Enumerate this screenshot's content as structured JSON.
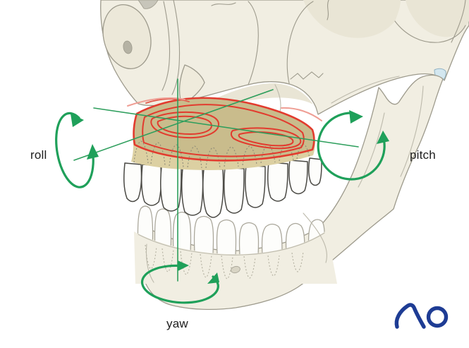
{
  "labels": {
    "roll": "roll",
    "pitch": "pitch",
    "yaw": "yaw"
  },
  "logo": {
    "text": "AO"
  },
  "icons": [
    "roll-rotation-arrow-icon",
    "pitch-rotation-arrow-icon",
    "yaw-rotation-arrow-icon",
    "roll-axis-line",
    "pitch-axis-line",
    "yaw-axis-line",
    "ao-logo"
  ],
  "colors": {
    "background": "#ffffff",
    "bone": "#f1eee2",
    "bone_shade": "#e9e5d5",
    "orbit_shade": "#ece8d9",
    "fossa_gray": "#b5b2a4",
    "outline": "#9d9a8c",
    "outline_soft": "#bcb9ab",
    "maxilla_front": "#dcd0a2",
    "maxilla_top": "#c9bc8c",
    "segment_red": "#e23b2e",
    "osteotomy_red": "#e05a4d",
    "osteotomy_pink": "#ef9e94",
    "rotation_green": "#1fa05a",
    "axis_green": "#2d9e5c",
    "tmj_blue": "#d3e7f0",
    "tmj_edge": "#93b3c3",
    "teeth_white": "#fdfdfb",
    "upper_tooth_outline": "#4a4944",
    "lower_tooth_outline": "#aaa79b",
    "root_dots": "#8d8a77",
    "root_dots_low": "#b3b0a0",
    "label_text": "#1c1c1c",
    "logo_blue": "#1e3c94"
  }
}
